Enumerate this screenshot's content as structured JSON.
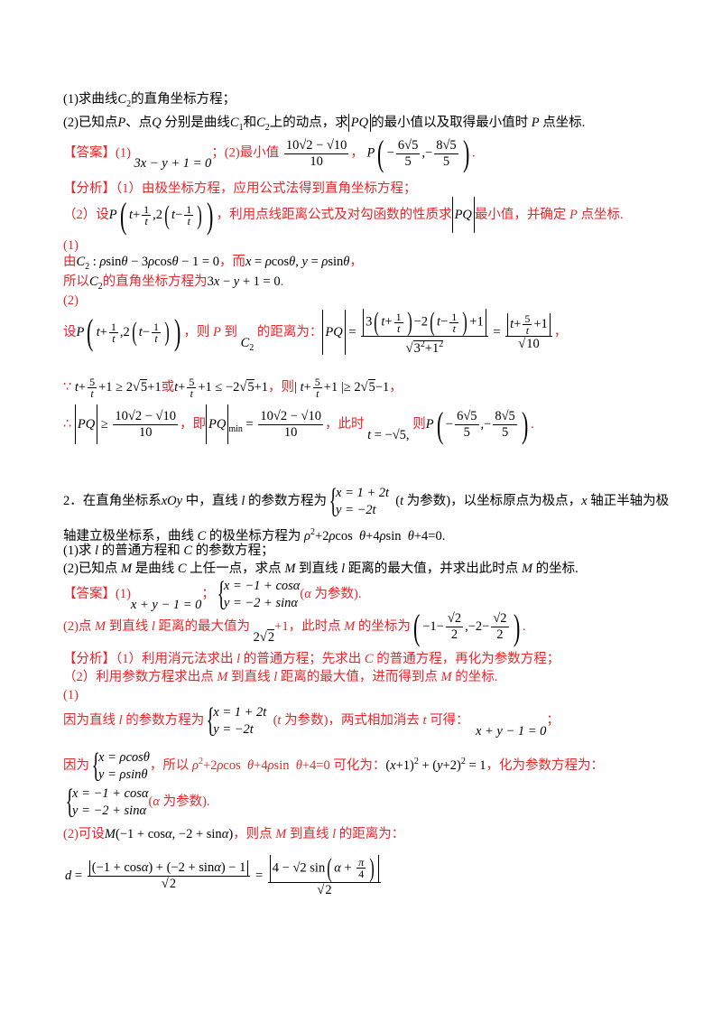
{
  "problem1": {
    "q1": "(1)求曲线C₂的直角坐标方程；",
    "q2": "(2)已知点P、点Q分别是曲线C₁和C₂上的动点，求|PQ|的最小值以及取得最小值时P点坐标.",
    "answer_label": "【答案】",
    "answer_part1_label": "(1)",
    "answer_part1_eq": "3x − y + 1 = 0",
    "answer_sep": "；",
    "answer_part2_label": "(2)最小值",
    "answer_min_num": "10√2 − √10",
    "answer_min_den": "10",
    "answer_point": "P(−6√5/5, −8√5/5).",
    "analysis_label": "【分析】",
    "analysis_1": "（1）由极坐标方程，应用公式法得到直角坐标方程；",
    "analysis_2_pre": "（2）设",
    "analysis_2_point": "P(t+1/t, 2(t−1/t))",
    "analysis_2_post": "，利用点线距离公式及对勾函数的性质求|PQ|最小值，并确定P点坐标.",
    "sol1_label": "(1)",
    "sol1_line1": "由C₂: ρsinθ − 3ρcosθ − 1 = 0，而x = ρcosθ, y = ρsinθ，",
    "sol1_line2": "所以C₂的直角坐标方程为3x − y + 1 = 0.",
    "sol2_label": "(2)",
    "sol2_line1": "设P(t+1/t, 2(t−1/t))，则P到C₂的距离为：|PQ| = |3(t+1/t) − 2(t−1/t) + 1| / √(3²+1²) = |t + 5/t + 1| / √10，",
    "sol2_line2": "∵ t + 5/t + 1 ≥ 2√5 + 1 或 t + 5/t + 1 ≤ −2√5 + 1，则 |t + 5/t + 1| ≥ 2√5 − 1，",
    "sol2_line3": "∴ |PQ| ≥ (10√2 − √10)/10，即 |PQ|min = (10√2 − √10)/10，此时 t = −√5，则 P(−6√5/5, −8√5/5)."
  },
  "problem2": {
    "stem_line1": "2．在直角坐标系xOy中，直线l的参数方程为{x=1+2t, y=−2t}（t为参数），以坐标原点为极点，x轴正半轴为极",
    "stem_line2": "轴建立极坐标系，曲线C的极坐标方程为ρ²+2ρcos θ+4ρsin θ+4=0.",
    "q1": "(1)求l的普通方程和C的参数方程；",
    "q2": "(2)已知点M是曲线C上任一点，求点M到直线l距离的最大值，并求出此时点M的坐标.",
    "answer_label": "【答案】",
    "answer_1": "(1) x + y − 1 = 0；{x = −1 + cosα, y = −2 + sinα}(α为参数).",
    "answer_2": "(2)点M到直线l距离的最大值为2√2+1，此时点M的坐标为(−1−√2/2, −2−√2/2).",
    "analysis_label": "【分析】",
    "analysis_1": "（1）利用消元法求出l的普通方程；先求出C的普通方程，再化为参数方程；",
    "analysis_2": "（2）利用参数方程求出点M到直线l距离的最大值，进而得到点M的坐标.",
    "sol1_label": "(1)",
    "sol1_line1": "因为直线l的参数方程为{x=1+2t, y=−2t}（t为参数），两式相加消去t可得：x + y − 1 = 0；",
    "sol1_line2": "因为{x = ρcosθ, y = ρsinθ}，所以ρ²+2ρcos θ+4ρsin θ+4=0可化为：(x+1)² + (y+2)² = 1，化为参数方程为：",
    "sol1_line3": "{x = −1 + cosα, y = −2 + sinα}(α为参数).",
    "sol2_line1": "(2)可设M(−1+cosα, −2+sinα)，则点M到直线l的距离为：",
    "sol2_line2": "d = |(−1+cosα)+(−2+sinα)−1| / √2 = |4 − √2 sin(α + π/4)| / √2"
  },
  "colors": {
    "red": "#e8262a",
    "black": "#000000",
    "background": "#ffffff"
  }
}
